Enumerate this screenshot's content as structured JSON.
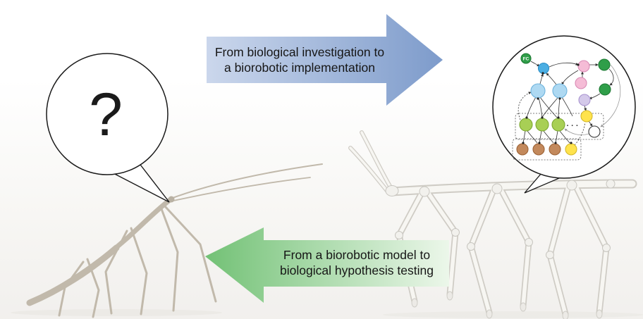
{
  "figure": {
    "speech_bubble": {
      "question_mark": "?"
    },
    "top_arrow": {
      "line1": "From biological investigation to",
      "line2": "a biorobotic implementation"
    },
    "bottom_arrow": {
      "line1": "From a biorobotic model to",
      "line2": "biological hypothesis testing"
    },
    "network_inset": {
      "fc_label": "FC",
      "ellipsis": "· · ·"
    },
    "palette": {
      "top_arrow_light": "#cbd7ec",
      "top_arrow_dark": "#7d9bcb",
      "bottom_arrow_dark": "#72c175",
      "bottom_arrow_light": "#ecf7ea",
      "node_dark_green": "#2f9e49",
      "node_blue": "#4aaee3",
      "node_light_blue": "#aed9f2",
      "node_pink": "#f5bcd6",
      "node_lavender": "#d4c9ea",
      "node_yellow": "#ffe34d",
      "node_lime": "#a8cf55",
      "node_brown": "#c3895c",
      "node_open": "#ffffff",
      "insect_body": "#c1b9ab",
      "robot_tube": "#f7f6f2"
    }
  }
}
